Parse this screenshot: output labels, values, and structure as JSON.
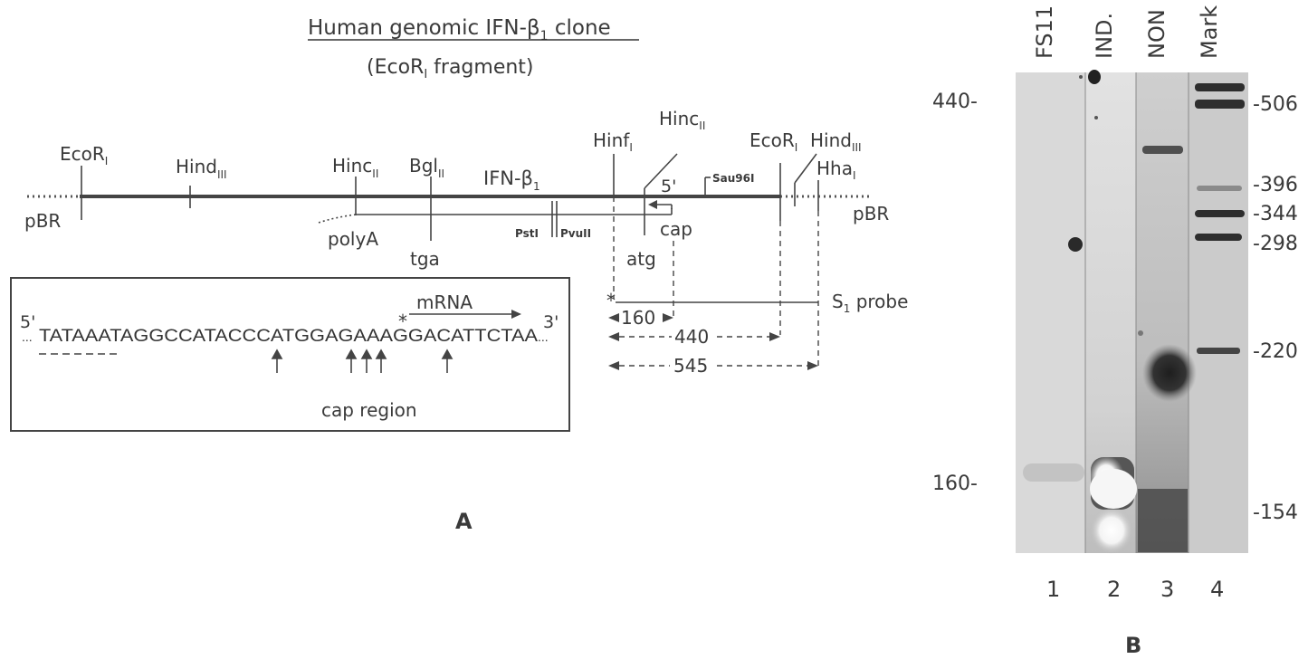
{
  "panel_a": {
    "title": "Human genomic IFN-β",
    "title_sub": "1",
    "title_suffix": " clone",
    "subtitle": "(EcoR",
    "subtitle_sub": "I",
    "subtitle_suffix": " fragment)",
    "sites": {
      "ecori_left": "EcoR",
      "ecori_left_sub": "I",
      "pbr_left": "pBR",
      "hind_left": "Hind",
      "hind_left_sub": "III",
      "hincii_left": "Hinc",
      "hincii_left_sub": "II",
      "bglii": "Bgl",
      "bglii_sub": "II",
      "ifn": "IFN-β",
      "ifn_sub": "1",
      "hinfi": "Hinf",
      "hinfi_sub": "I",
      "hincii_right": "Hinc",
      "hincii_right_sub": "II",
      "five_prime": "5'",
      "sau96i": "Sau96I",
      "ecori_right": "EcoR",
      "ecori_right_sub": "I",
      "hind_right": "Hind",
      "hind_right_sub": "III",
      "hhai": "Hha",
      "hhai_sub": "I",
      "pbr_right": "pBR",
      "polya": "polyA",
      "tga": "tga",
      "psti": "PstI",
      "pvuii": "PvuII",
      "atg": "atg",
      "cap": "cap"
    },
    "probe": {
      "star": "*",
      "label": "S",
      "label_sub": "1",
      "label_suffix": " probe",
      "d160": "160",
      "d440": "440",
      "d545": "545"
    },
    "seqbox": {
      "five": "5'",
      "three": "3'",
      "dots_left": "...",
      "sequence": "TATAAATAGGCCATACCCATGGAGAAAGGACATTCTAA",
      "dots_right": "...",
      "star": "*",
      "mrna": "mRNA",
      "caption": "cap region"
    },
    "panel_label": "A"
  },
  "panel_b": {
    "lane_headers": [
      "FS11",
      "IND.",
      "NON",
      "Mark"
    ],
    "lane_numbers": [
      "1",
      "2",
      "3",
      "4"
    ],
    "left_markers": [
      "440-",
      "160-"
    ],
    "right_markers": [
      "-506",
      "-396",
      "-344",
      "-298",
      "-220",
      "-154"
    ],
    "panel_label": "B"
  }
}
